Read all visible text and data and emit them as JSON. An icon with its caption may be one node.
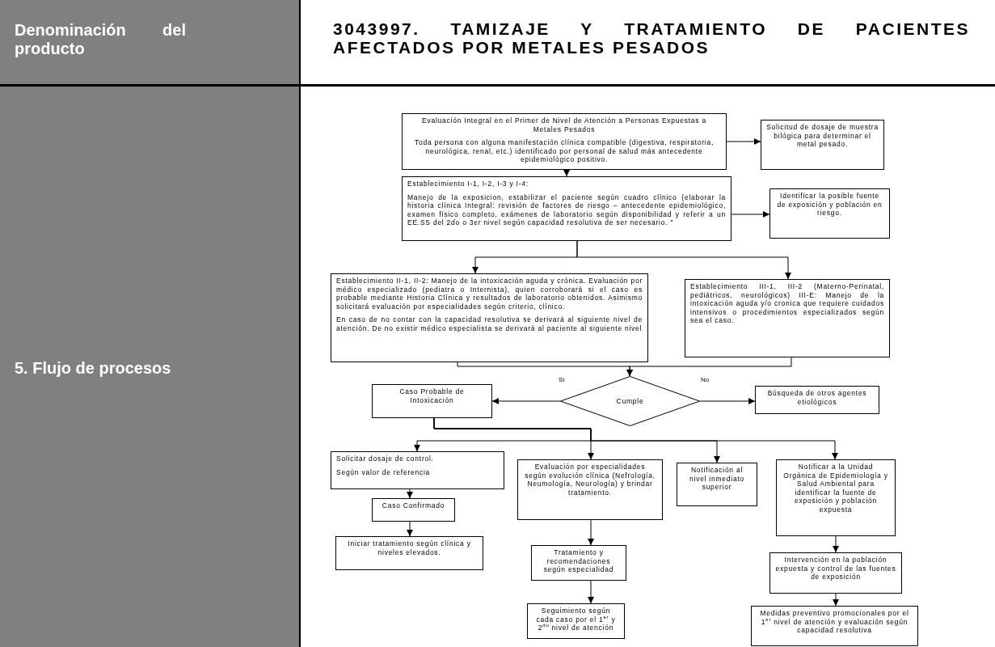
{
  "diagram": {
    "nodes": [
      {
        "text": [
          "Evaluación Integral en el Primer de Nivel de Atención a Personas Expuestas a Metales Pesados",
          "Toda persona con alguna manifestación clínica compatible (digestiva, respiratoria, neurológica, renal, etc.) identificado por personal de salud más antecedente epidemiológico positivo."
        ]
      },
      {
        "text": [
          "Solicitud de dosaje de muestra bilógica para determinar el metal pesado."
        ]
      },
      {
        "text": [
          "Establecimiento I-1, I-2, I-3 y I-4:",
          "Manejo de la exposicion, estabilizar el paciente según cuadro clínico (elaborar la historia clínica Integral: revisión de factores de riesgo – antecedente epidemiológico, examen físico completo, exámenes de laboratorio según disponibilidad y referir a un EE.SS del 2do o 3er nivel según capacidad resolutiva de ser necesario. \""
        ]
      },
      {
        "text": [
          "Identificar la posible fuente de exposición y población en riesgo."
        ]
      },
      {
        "text": [
          "Establecimiento II-1, II-2: Manejo de la intoxicación aguda y crónica. Evaluación por médico especializado (pediatra o Internista), quien corroborará si el caso es probable mediante Historia Clínica y resultados de laboratorio obtenidos. Asimismo solicitará evaluación por especialidades según criterio, clínico.",
          "En caso de no contar con la capacidad resolutiva se derivará al siguiente nivel de atención. De no existir médico especialista se derivará al paciente al siguiente nivel"
        ]
      },
      {
        "text": [
          "Establecimiento III-1, III-2 (Materno-Perinatal, pediátricos, neurológicos) III-E: Manejo de la intoxicación aguda y/o cronica que requiere cuidados intensivos o procedimientos especializados según sea el caso."
        ]
      },
      {
        "text": [
          "Cumple"
        ]
      },
      {
        "text": [
          "Caso Probable de Intoxicación"
        ]
      },
      {
        "text": [
          "Búsqueda de otros agentes etiológicos"
        ]
      },
      {
        "text": [
          "Solicitar dosaje de control.",
          "Según valor de referencia"
        ]
      },
      {
        "text": [
          "Caso Confirmado"
        ]
      },
      {
        "text": [
          "Iniciar tratamiento según clínica y niveles elevados."
        ]
      },
      {
        "text": [
          "Evaluación por especialidades según evolución clínica (Nefrología, Neumología, Neurología) y brindar tratamiento."
        ]
      },
      {
        "text": [
          "Notificación al nivel inmediato superior"
        ]
      },
      {
        "text": [
          "Notificar a la Unidad Orgánica de Epidemiología y Salud Ambiental para identificar la fuente de exposición y población expuesta"
        ]
      },
      {
        "text": [
          "Tratamiento y recomendaciones según especialidad"
        ]
      },
      {
        "text": [
          "Seguimiento según cada caso por el 1$^{er}$ y 2$^{do}$ nivel de atención"
        ]
      },
      {
        "text": [
          "Intervención en la población expuesta y control de las fuentes de exposición"
        ]
      },
      {
        "text": [
          "Medidas preventivo promocionales por el 1$^{er}$ nivel de atención y evaluación según capacidad resolutiva"
        ]
      }
    ],
    "edges": [
      {
        "from": 0,
        "to": 1,
        "arrow": "to"
      },
      {
        "from": 0,
        "to": 2,
        "arrow": "to"
      },
      {
        "from": 2,
        "to": 3,
        "arrow": "to"
      },
      {
        "from": 2,
        "to": 4,
        "arrow": "to"
      },
      {
        "from": 2,
        "to": 5,
        "arrow": "to"
      },
      {
        "from": 4,
        "to": 6,
        "arrow": "to"
      },
      {
        "from": 5,
        "to": 6,
        "arrow": "to"
      },
      {
        "from": 6,
        "to": 7,
        "arrow": "to",
        "label": "Sí"
      },
      {
        "from": 6,
        "to": 8,
        "arrow": "to",
        "label": "No"
      },
      {
        "from": 7,
        "to": 9,
        "arrow": "to"
      },
      {
        "from": 7,
        "to": 12,
        "arrow": "to"
      },
      {
        "from": 7,
        "to": 13,
        "arrow": "to"
      },
      {
        "from": 7,
        "to": 14,
        "arrow": "to"
      },
      {
        "from": 9,
        "to": 10,
        "arrow": "to"
      },
      {
        "from": 10,
        "to": 11,
        "arrow": "to"
      },
      {
        "from": 12,
        "to": 15,
        "arrow": "to"
      },
      {
        "from": 15,
        "to": 16,
        "arrow": "to"
      },
      {
        "from": 14,
        "to": 17,
        "arrow": "to"
      },
      {
        "from": 17,
        "to": 18,
        "arrow": "to"
      }
    ],
    "labels": [
      "Denominación del producto",
      "3043997. TAMIZAJE Y TRATAMIENTO DE PACIENTES AFECTADOS POR METALES PESADOS",
      "5. Flujo de procesos"
    ]
  }
}
